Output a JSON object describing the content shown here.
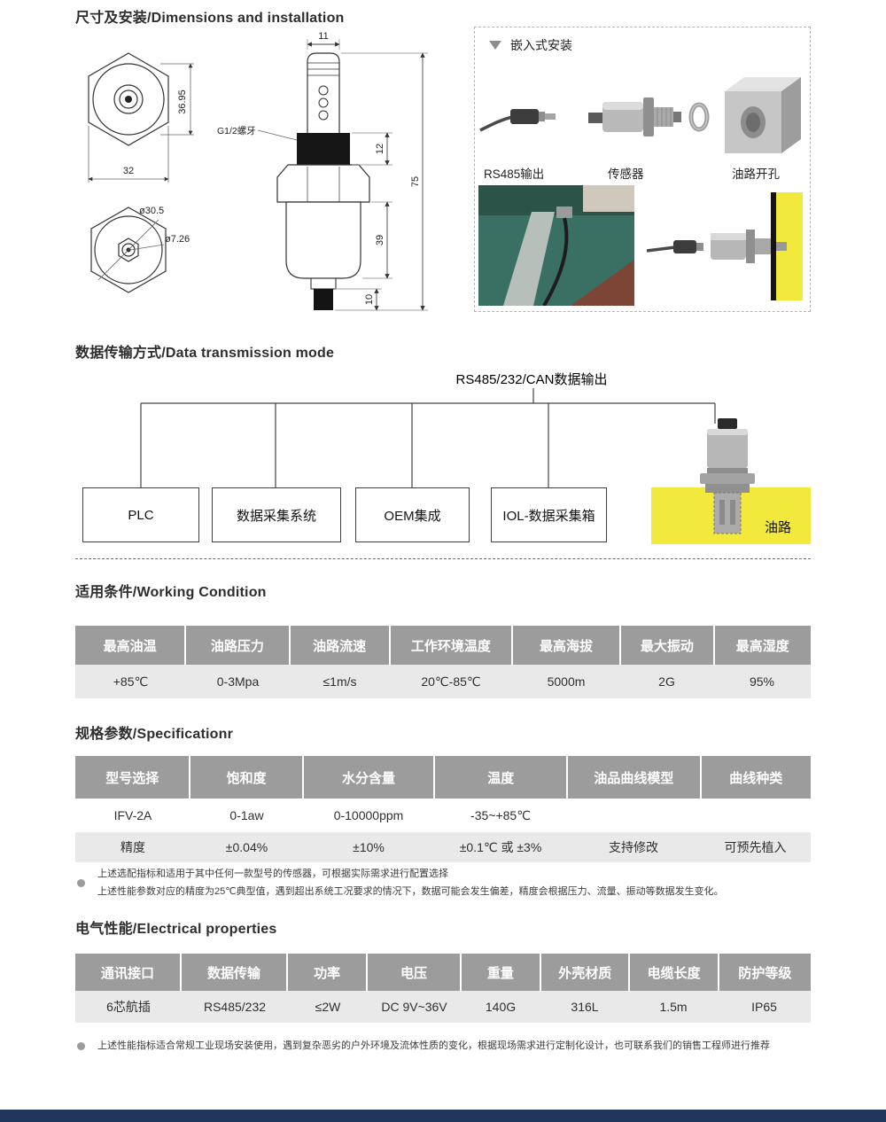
{
  "dimensions": {
    "title": "尺寸及安装/Dimensions and installation",
    "front_view": {
      "height": "36.95",
      "width": "32"
    },
    "bottom_view": {
      "outer": "ø30.5",
      "inner": "ø7.26"
    },
    "side_view": {
      "top_width": "11",
      "thread_len": "12",
      "total_len": "75",
      "body_len": "39",
      "tip_len": "10",
      "thread_label": "G1/2螺牙"
    },
    "install": {
      "title": "嵌入式安装",
      "labels": [
        "RS485输出",
        "传感器",
        "油路开孔"
      ]
    }
  },
  "transmission": {
    "title": "数据传输方式/Data transmission mode",
    "output_label": "RS485/232/CAN数据输出",
    "nodes": [
      "PLC",
      "数据采集系统",
      "OEM集成",
      "IOL-数据采集箱"
    ],
    "oil_label": "油路"
  },
  "working": {
    "title": "适用条件/Working Condition",
    "headers": [
      "最高油温",
      "油路压力",
      "油路流速",
      "工作环境温度",
      "最高海拔",
      "最大振动",
      "最高湿度"
    ],
    "values": [
      "+85℃",
      "0-3Mpa",
      "≤1m/s",
      "20℃-85℃",
      "5000m",
      "2G",
      "95%"
    ]
  },
  "spec": {
    "title": "规格参数/Specificationr",
    "headers": [
      "型号选择",
      "饱和度",
      "水分含量",
      "温度",
      "油品曲线模型",
      "曲线种类"
    ],
    "row1": [
      "IFV-2A",
      "0-1aw",
      "0-10000ppm",
      "-35~+85℃",
      "",
      ""
    ],
    "row2": [
      "精度",
      "±0.04%",
      "±10%",
      "±0.1℃ 或 ±3%",
      "支持修改",
      "可预先植入"
    ],
    "notes": [
      "上述选配指标和适用于其中任何一款型号的传感器，可根据实际需求进行配置选择",
      "上述性能参数对应的精度为25℃典型值，遇到超出系统工况要求的情况下，数据可能会发生偏差，精度会根据压力、流量、振动等数据发生变化。"
    ]
  },
  "electrical": {
    "title": "电气性能/Electrical properties",
    "headers": [
      "通讯接口",
      "数据传输",
      "功率",
      "电压",
      "重量",
      "外壳材质",
      "电缆长度",
      "防护等级"
    ],
    "values": [
      "6芯航插",
      "RS485/232",
      "≤2W",
      "DC 9V~36V",
      "140G",
      "316L",
      "1.5m",
      "IP65"
    ],
    "note": "上述性能指标适合常规工业现场安装使用，遇到复杂恶劣的户外环境及流体性质的变化，根据现场需求进行定制化设计，也可联系我们的销售工程师进行推荐"
  },
  "colors": {
    "header-bg": "#9c9c9c",
    "row-bg": "#e9e9e9",
    "accent-yellow": "#f1e93c",
    "footer-bar": "#21355c"
  }
}
